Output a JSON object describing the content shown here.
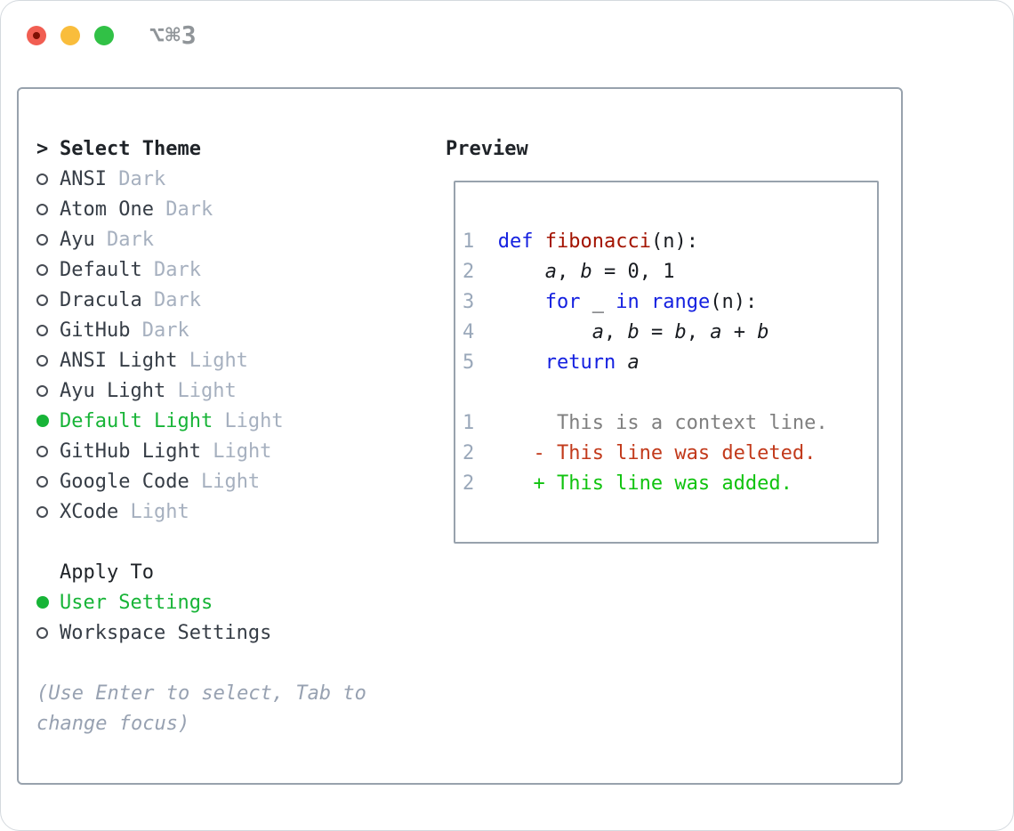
{
  "colors": {
    "kw": "#1420e0",
    "fn": "#a31300",
    "pl": "#181b20",
    "ctx": "#7f7f7f",
    "del": "#c23a1b",
    "add": "#10c30f",
    "ln": "#9aa8ba",
    "uigreen": "#17b437",
    "itemtext": "#363d46",
    "suffix": "#a6b0bf",
    "hint": "#97a1b1",
    "header": "#1f2328",
    "boxborder": "#98a2ad",
    "title": "#909599"
  },
  "window": {
    "title": "⌥⌘3",
    "traffic_lights": [
      "close",
      "minimize",
      "zoom"
    ]
  },
  "theme_panel": {
    "header_prefix": ">",
    "header": "Select Theme",
    "themes": [
      {
        "name": "ANSI",
        "variant": "Dark",
        "selected": false
      },
      {
        "name": "Atom One",
        "variant": "Dark",
        "selected": false
      },
      {
        "name": "Ayu",
        "variant": "Dark",
        "selected": false
      },
      {
        "name": "Default",
        "variant": "Dark",
        "selected": false
      },
      {
        "name": "Dracula",
        "variant": "Dark",
        "selected": false
      },
      {
        "name": "GitHub",
        "variant": "Dark",
        "selected": false
      },
      {
        "name": "ANSI Light",
        "variant": "Light",
        "selected": false
      },
      {
        "name": "Ayu Light",
        "variant": "Light",
        "selected": false
      },
      {
        "name": "Default Light",
        "variant": "Light",
        "selected": true
      },
      {
        "name": "GitHub Light",
        "variant": "Light",
        "selected": false
      },
      {
        "name": "Google Code",
        "variant": "Light",
        "selected": false
      },
      {
        "name": "XCode",
        "variant": "Light",
        "selected": false
      }
    ],
    "apply_to": {
      "header": "Apply To",
      "options": [
        {
          "name": "User Settings",
          "selected": true
        },
        {
          "name": "Workspace Settings",
          "selected": false
        }
      ]
    },
    "hint_lines": [
      "(Use Enter to select, Tab to",
      "change focus)"
    ]
  },
  "preview": {
    "header": "Preview",
    "code_lines": [
      {
        "num": "1",
        "tokens": [
          {
            "t": "def",
            "c": "kw"
          },
          {
            "t": " ",
            "c": "pl"
          },
          {
            "t": "fibonacci",
            "c": "fn"
          },
          {
            "t": "(n):",
            "c": "pl"
          }
        ]
      },
      {
        "num": "2",
        "tokens": [
          {
            "t": "    ",
            "c": "pl"
          },
          {
            "t": "a",
            "c": "var"
          },
          {
            "t": ", ",
            "c": "pl"
          },
          {
            "t": "b",
            "c": "var"
          },
          {
            "t": " = 0, 1",
            "c": "pl"
          }
        ]
      },
      {
        "num": "3",
        "tokens": [
          {
            "t": "    ",
            "c": "pl"
          },
          {
            "t": "for",
            "c": "kw"
          },
          {
            "t": " _ ",
            "c": "pl"
          },
          {
            "t": "in",
            "c": "kw"
          },
          {
            "t": " ",
            "c": "pl"
          },
          {
            "t": "range",
            "c": "kw"
          },
          {
            "t": "(n):",
            "c": "pl"
          }
        ]
      },
      {
        "num": "4",
        "tokens": [
          {
            "t": "        ",
            "c": "pl"
          },
          {
            "t": "a",
            "c": "var"
          },
          {
            "t": ", ",
            "c": "pl"
          },
          {
            "t": "b",
            "c": "var"
          },
          {
            "t": " = ",
            "c": "pl"
          },
          {
            "t": "b",
            "c": "var"
          },
          {
            "t": ", ",
            "c": "pl"
          },
          {
            "t": "a",
            "c": "var"
          },
          {
            "t": " + ",
            "c": "pl"
          },
          {
            "t": "b",
            "c": "var"
          }
        ]
      },
      {
        "num": "5",
        "tokens": [
          {
            "t": "    ",
            "c": "pl"
          },
          {
            "t": "return",
            "c": "kw"
          },
          {
            "t": " ",
            "c": "pl"
          },
          {
            "t": "a",
            "c": "var"
          }
        ]
      },
      {
        "num": "",
        "tokens": []
      },
      {
        "num": "1",
        "tokens": [
          {
            "t": "     This is a context line.",
            "c": "ctx"
          }
        ]
      },
      {
        "num": "2",
        "tokens": [
          {
            "t": "   - This line was deleted.",
            "c": "del"
          }
        ]
      },
      {
        "num": "2",
        "tokens": [
          {
            "t": "   + This line was added.",
            "c": "add"
          }
        ]
      }
    ]
  }
}
